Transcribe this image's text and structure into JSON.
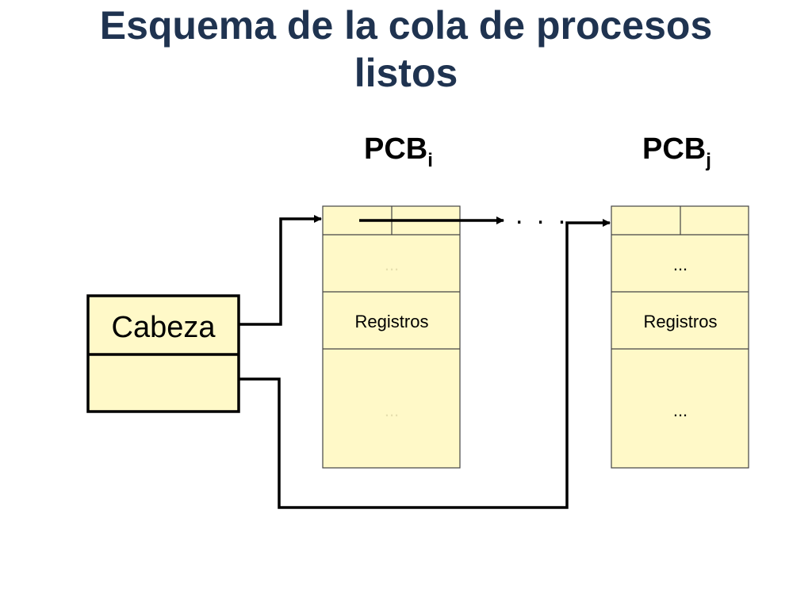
{
  "title": {
    "line1": "Esquema de la cola de procesos",
    "line2": "listos"
  },
  "pcb_i": {
    "label": "PCB",
    "subscript": "i",
    "middle_label": "...",
    "registers_label": "Registros",
    "bottom_label": "..."
  },
  "pcb_j": {
    "label": "PCB",
    "subscript": "j",
    "middle_label": "...",
    "registers_label": "Registros",
    "bottom_label": "..."
  },
  "head": {
    "label": "Cabeza"
  },
  "chain_ellipsis": ". . .",
  "colors": {
    "title": "#1f3350",
    "box_fill": "#fff9c8",
    "stroke": "#000000"
  }
}
